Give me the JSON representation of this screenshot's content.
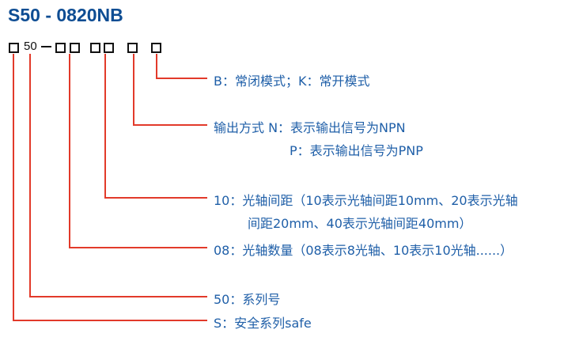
{
  "title": "S50 - 0820NB",
  "code": {
    "fixed_number": "50"
  },
  "colors": {
    "title": "#0e4d93",
    "label": "#1f5fa8",
    "leader_line": "#e23a2a"
  },
  "labels": {
    "mode": "B：常闭模式；K：常开模式",
    "output_line1": "输出方式   N：表示输出信号为NPN",
    "output_line2": "P：表示输出信号为PNP",
    "spacing_line1": "10：光轴间距（10表示光轴间距10mm、20表示光轴",
    "spacing_line2": "间距20mm、40表示光轴间距40mm）",
    "count": "08：光轴数量（08表示8光轴、10表示10光轴......）",
    "series": "50：系列号",
    "safe": "S：安全系列safe"
  }
}
